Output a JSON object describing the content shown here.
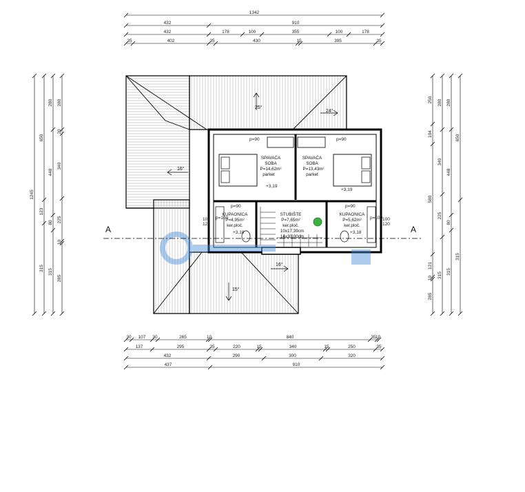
{
  "dims": {
    "top_total": "1342",
    "top_row2": [
      "432",
      "910"
    ],
    "top_row3": [
      "432",
      "178",
      "100",
      "355",
      "100",
      "178"
    ],
    "top_row4": [
      "35",
      "402",
      "35",
      "430",
      "15",
      "395",
      "35"
    ],
    "bottom_row1": [
      "30",
      "107",
      "30",
      "265",
      "10",
      "840",
      "35",
      "10"
    ],
    "bottom_row2": [
      "137",
      "295",
      "35",
      "220",
      "15",
      "340",
      "15",
      "250",
      "35"
    ],
    "bottom_row3": [
      "432",
      "290",
      "300",
      "320"
    ],
    "bottom_row4": [
      "437",
      "910"
    ],
    "left_total": "1245",
    "left_c2": [
      "650",
      "123",
      "315"
    ],
    "left_c3": [
      "280",
      "448",
      "80",
      "315"
    ],
    "left_c4": [
      "280",
      "20",
      "340",
      "225",
      "10",
      "285"
    ],
    "right_c1": [
      "250",
      "104",
      "580",
      "121",
      "10",
      "285"
    ],
    "right_c2": [
      "280",
      "340",
      "225",
      "315"
    ],
    "right_c3": [
      "280",
      "448",
      "80",
      "315"
    ],
    "right_c4": [
      "650",
      "315"
    ]
  },
  "rooms": [
    {
      "name": "SPAVAĆA",
      "name2": "SOBA",
      "area": "P=14,62m²",
      "floor": "parket"
    },
    {
      "name": "SPAVAĆA",
      "name2": "SOBA",
      "area": "P=13,43m²",
      "floor": "parket"
    },
    {
      "name": "KUPAONICA",
      "area": "P=4,95m²",
      "floor": "ker.ploč."
    },
    {
      "name": "STUBIŠTE",
      "area": "P=7,65m²",
      "floor": "ker.ploč.",
      "stair1": "10x17,39cm",
      "stair2": "14x30,00cm"
    },
    {
      "name": "KUPAONICA",
      "area": "P=5,62m²",
      "floor": "ker.ploč."
    }
  ],
  "slopes": [
    "25°",
    "24°",
    "16°",
    "16°",
    "15°"
  ],
  "section": [
    "A",
    "A"
  ],
  "marks": {
    "window": "p=90",
    "door": "p=100",
    "height": "+3,19",
    "height2": "+3,18",
    "w100": "100",
    "w120": "120"
  }
}
